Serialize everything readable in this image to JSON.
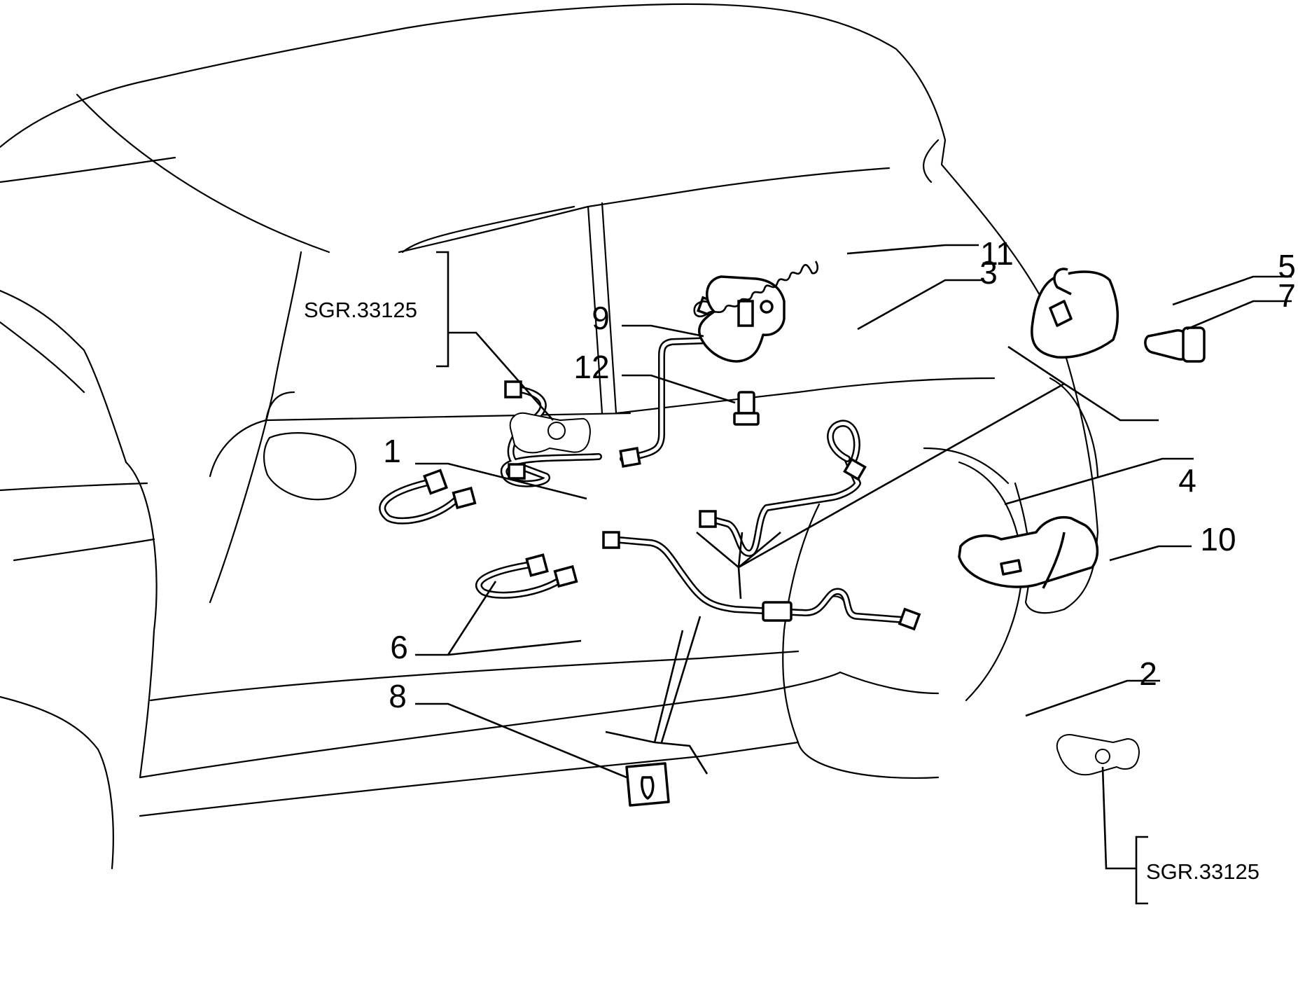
{
  "diagram": {
    "callouts": [
      {
        "id": "1",
        "label": "1"
      },
      {
        "id": "2",
        "label": "2"
      },
      {
        "id": "3",
        "label": "3"
      },
      {
        "id": "4",
        "label": "4"
      },
      {
        "id": "5",
        "label": "5"
      },
      {
        "id": "6",
        "label": "6"
      },
      {
        "id": "7",
        "label": "7"
      },
      {
        "id": "8",
        "label": "8"
      },
      {
        "id": "9",
        "label": "9"
      },
      {
        "id": "10",
        "label": "10"
      },
      {
        "id": "11",
        "label": "11"
      },
      {
        "id": "12",
        "label": "12"
      }
    ],
    "references": [
      {
        "id": "front-wheel-cylinder",
        "label": "SGR.33125"
      },
      {
        "id": "rear-wheel-cylinder",
        "label": "SGR.33125"
      }
    ]
  }
}
